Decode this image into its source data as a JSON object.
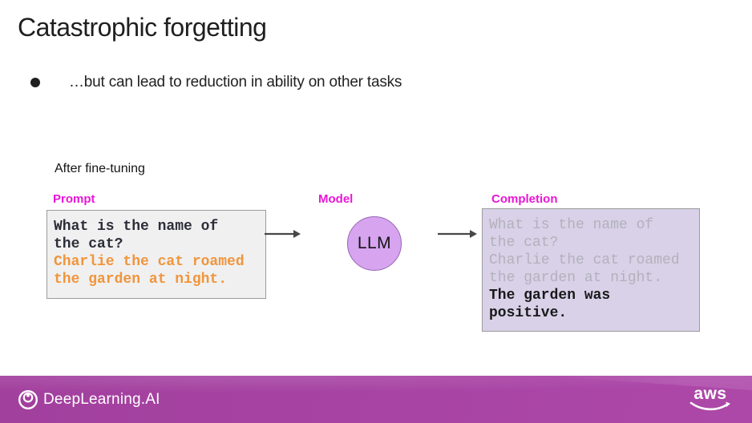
{
  "slide": {
    "title": "Catastrophic forgetting",
    "bullet_text": "…but can lead to reduction in ability on other tasks",
    "stage_label": "After fine-tuning",
    "prompt": {
      "label": "Prompt",
      "question_lines": [
        "What is the name of",
        "the cat?"
      ],
      "context_lines": [
        "Charlie the cat roamed",
        "the garden at night."
      ]
    },
    "model": {
      "label": "Model",
      "node_label": "LLM"
    },
    "completion": {
      "label": "Completion",
      "echo_lines": [
        "What is the name of",
        "the cat?",
        "Charlie the cat roamed",
        "the garden at night."
      ],
      "output_lines": [
        "The garden was",
        "positive."
      ]
    },
    "footer": {
      "brand": "DeepLearning.AI",
      "aws": "aws"
    },
    "colors": {
      "accent_magenta": "#e816d6",
      "prompt_orange": "#f0953c",
      "prompt_box_bg": "#f0f0f0",
      "completion_box_bg": "#d8d1e8",
      "completion_gray_text": "#b3b1bb",
      "model_circle_fill": "#d7a4f0",
      "footer_purple": "#a844a4",
      "arrow_gray": "#474747"
    }
  }
}
